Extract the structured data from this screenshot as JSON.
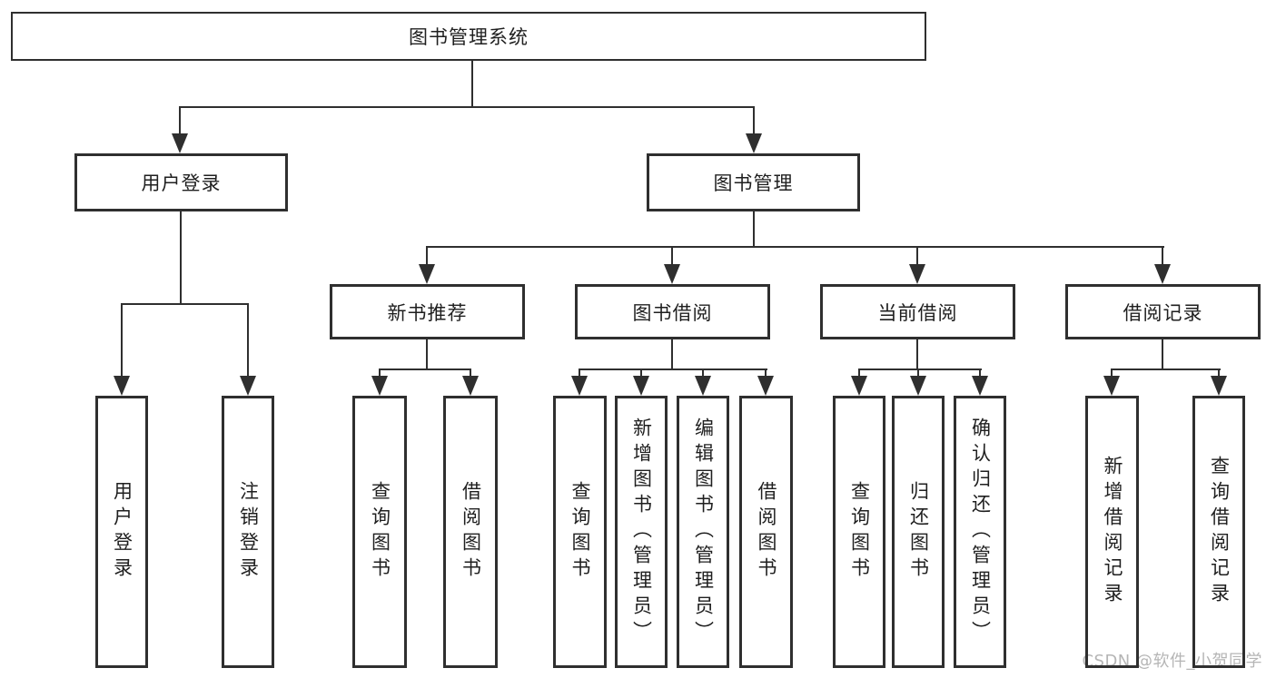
{
  "colors": {
    "line": "#2f2f2f",
    "text": "#1f1f1f",
    "watermark": "#b5b5b5",
    "background": "#ffffff"
  },
  "tree": {
    "root": {
      "label": "图书管理系统"
    },
    "branches": [
      {
        "label": "用户登录",
        "leaves": [
          "用户登录",
          "注销登录"
        ]
      },
      {
        "label": "图书管理",
        "groups": [
          {
            "label": "新书推荐",
            "leaves": [
              "查询图书",
              "借阅图书"
            ]
          },
          {
            "label": "图书借阅",
            "leaves": [
              "查询图书",
              "新增图书（管理员）",
              "编辑图书（管理员）",
              "借阅图书"
            ]
          },
          {
            "label": "当前借阅",
            "leaves": [
              "查询图书",
              "归还图书",
              "确认归还（管理员）"
            ]
          },
          {
            "label": "借阅记录",
            "leaves": [
              "新增借阅记录",
              "查询借阅记录"
            ]
          }
        ]
      }
    ]
  },
  "watermark": {
    "text": "CSDN @软件_小贺同学"
  }
}
